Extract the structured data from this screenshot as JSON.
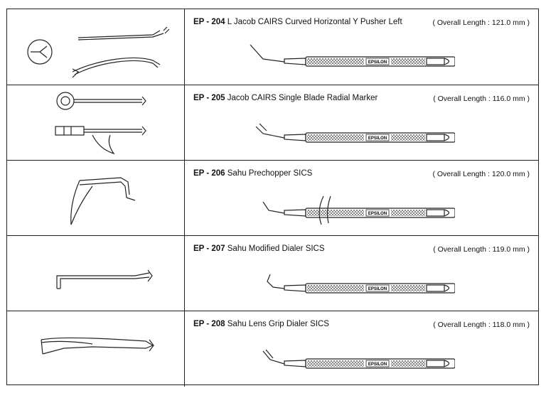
{
  "rows": [
    {
      "code": "EP - 204",
      "name": "L Jacob CAIRS Curved Horizontal Y Pusher Left",
      "overall": "( Overall Length : 121.0 mm )",
      "brand": "EPSILON",
      "tip_icon": "y-pusher-tip-icon"
    },
    {
      "code": "EP - 205",
      "name": "Jacob CAIRS Single Blade Radial Marker",
      "overall": "( Overall Length : 116.0 mm )",
      "brand": "EPSILON",
      "tip_icon": "radial-marker-tip-icon"
    },
    {
      "code": "EP - 206",
      "name": "Sahu Prechopper SICS",
      "overall": "( Overall Length : 120.0 mm )",
      "brand": "EPSILON",
      "tip_icon": "prechopper-tip-icon"
    },
    {
      "code": "EP - 207",
      "name": "Sahu Modified Dialer SICS",
      "overall": "( Overall Length : 119.0 mm )",
      "brand": "EPSILON",
      "tip_icon": "dialer-tip-icon"
    },
    {
      "code": "EP - 208",
      "name": "Sahu Lens Grip Dialer SICS",
      "overall": "( Overall Length : 118.0 mm )",
      "brand": "EPSILON",
      "tip_icon": "lens-grip-tip-icon"
    }
  ]
}
